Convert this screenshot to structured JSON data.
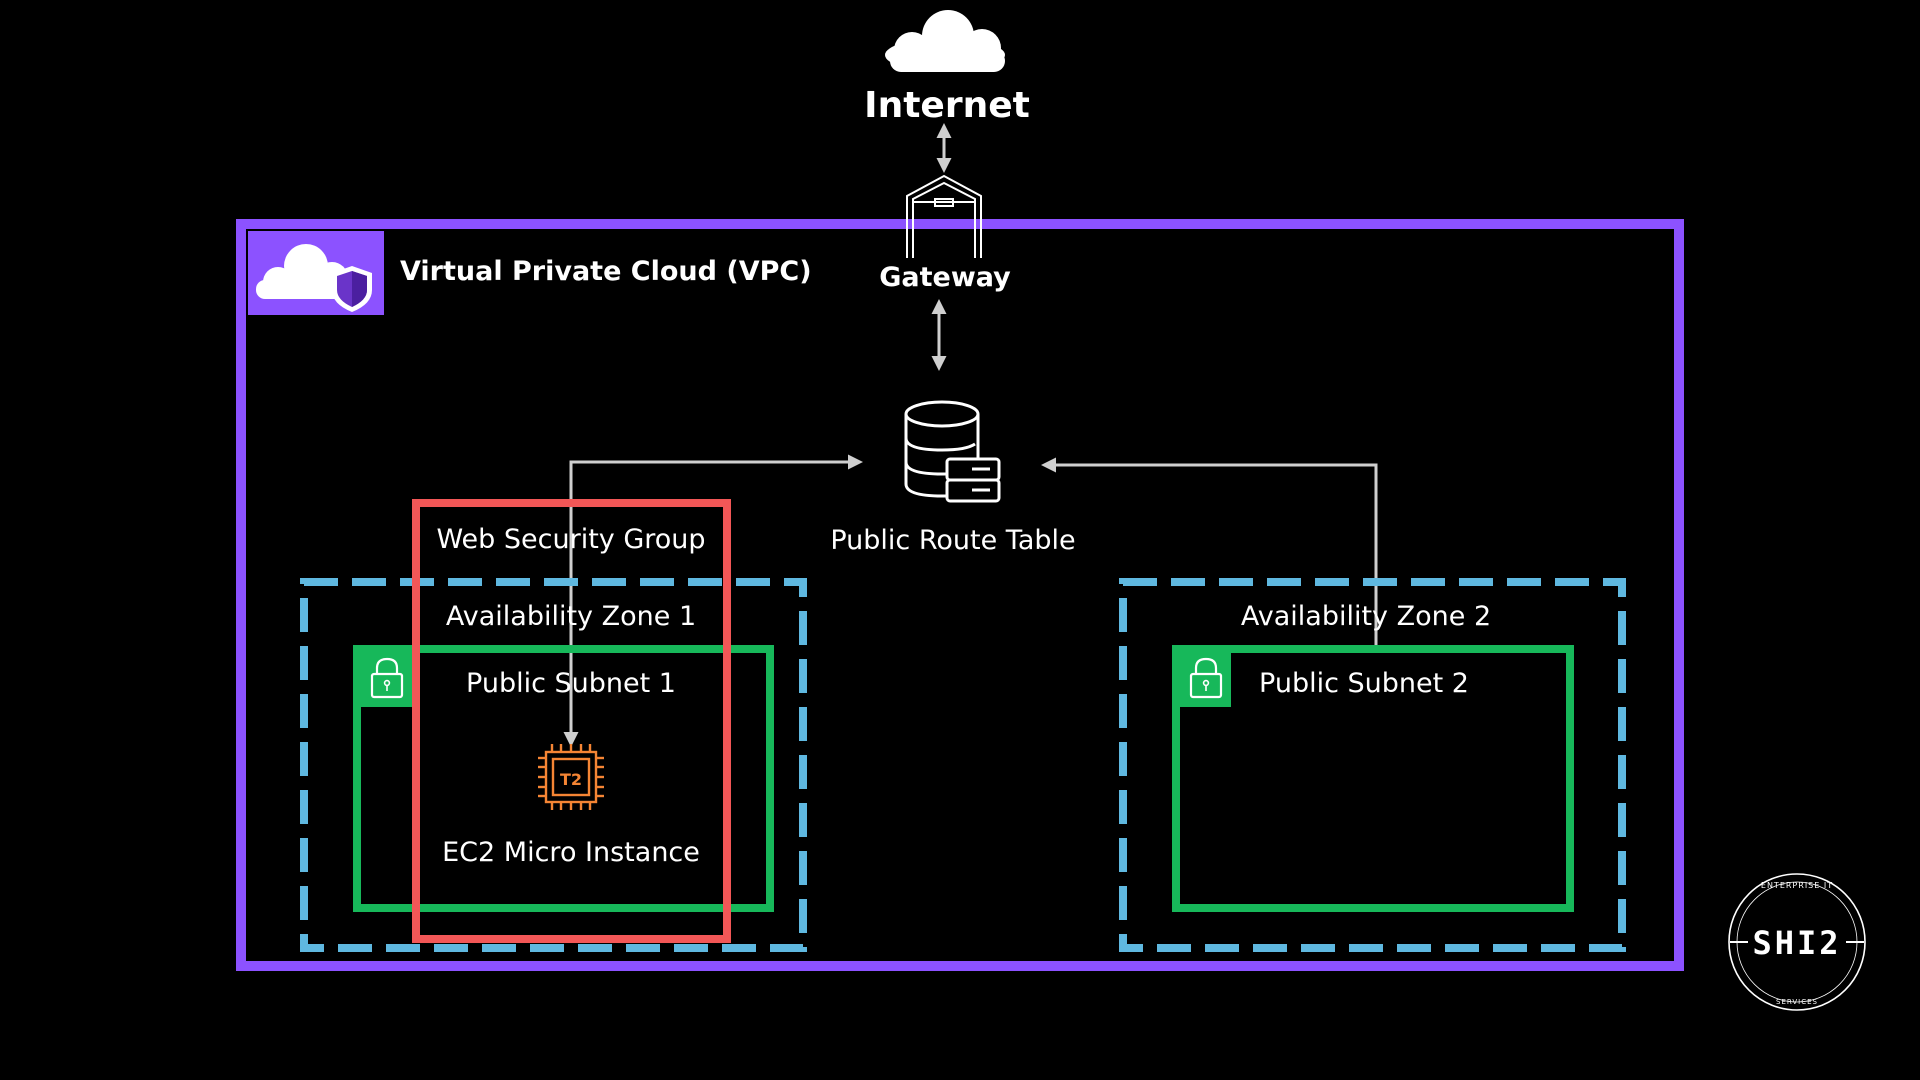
{
  "internet": {
    "label": "Internet",
    "icon": "cloud-icon"
  },
  "gateway": {
    "label": "Gateway",
    "icon": "internet-gateway-icon"
  },
  "vpc": {
    "label": "Virtual Private Cloud (VPC)",
    "icon": "vpc-cloud-shield-icon",
    "color": "#8c52ff"
  },
  "route_table": {
    "label": "Public Route Table",
    "icon": "route-table-database-icon"
  },
  "security_group": {
    "label": "Web Security Group",
    "color": "#f25757"
  },
  "zones": [
    {
      "label": "Availability Zone 1",
      "color": "#5fb8e0"
    },
    {
      "label": "Availability Zone 2",
      "color": "#5fb8e0"
    }
  ],
  "subnets": [
    {
      "label": "Public Subnet 1",
      "icon": "lock-icon",
      "color": "#17b85a"
    },
    {
      "label": "Public Subnet 2",
      "icon": "lock-icon",
      "color": "#17b85a"
    }
  ],
  "instance": {
    "label": "EC2 Micro Instance",
    "chip_text": "T2",
    "icon": "ec2-chip-icon",
    "color": "#f58534"
  },
  "logo": {
    "name": "SHI2",
    "top_text": "ENTERPRISE IT",
    "bottom_text": "SERVICES"
  }
}
